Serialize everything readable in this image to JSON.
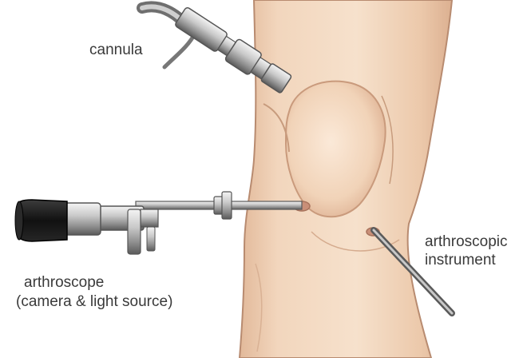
{
  "labels": {
    "cannula": "cannula",
    "arthroscope_line1": "arthroscope",
    "arthroscope_line2": "(camera & light source)",
    "instrument_line1": "arthroscopic",
    "instrument_line2": "instrument"
  },
  "colors": {
    "skin_light": "#f4dcc4",
    "skin_mid": "#ebc6a5",
    "skin_shadow": "#d7a98a",
    "skin_outline": "#b88b70",
    "metal_light": "#e6e6e6",
    "metal_mid": "#a9a9a9",
    "metal_dark": "#5e5e5e",
    "eyepiece": "#141414",
    "label_text": "#3a3a3a"
  }
}
